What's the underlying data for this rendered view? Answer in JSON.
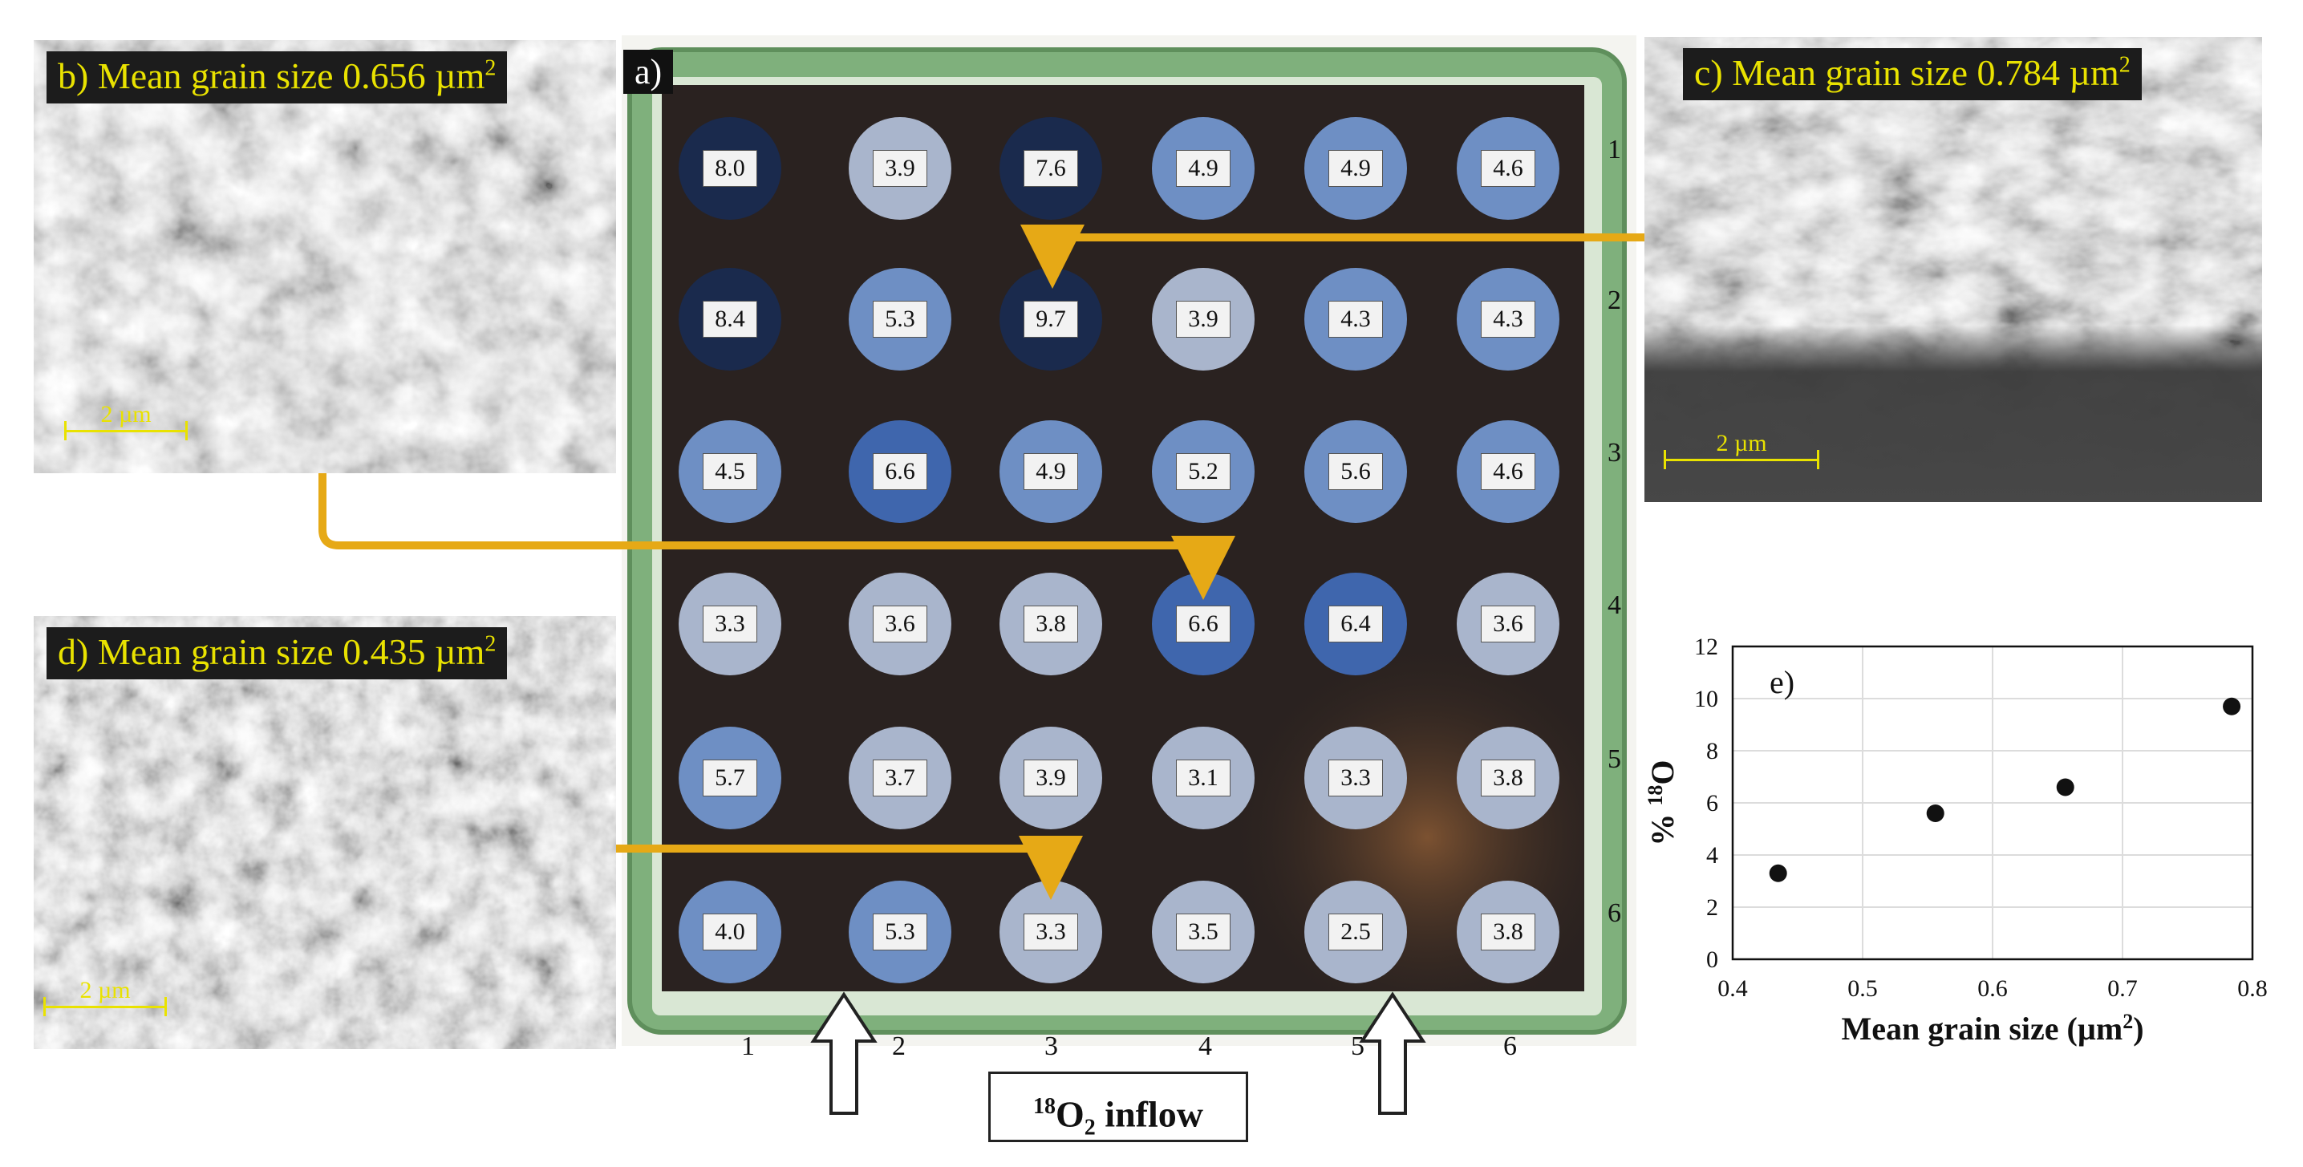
{
  "panel_a": {
    "label": "a)",
    "row_labels": [
      "1",
      "2",
      "3",
      "4",
      "5",
      "6"
    ],
    "col_labels": [
      "1",
      "2",
      "3",
      "4",
      "5",
      "6"
    ],
    "grid": [
      [
        "8.0",
        "3.9",
        "7.6",
        "4.9",
        "4.9",
        "4.6"
      ],
      [
        "8.4",
        "5.3",
        "9.7",
        "3.9",
        "4.3",
        "4.3"
      ],
      [
        "4.5",
        "6.6",
        "4.9",
        "5.2",
        "5.6",
        "4.6"
      ],
      [
        "3.3",
        "3.6",
        "3.8",
        "6.6",
        "6.4",
        "3.6"
      ],
      [
        "5.7",
        "3.7",
        "3.9",
        "3.1",
        "3.3",
        "3.8"
      ],
      [
        "4.0",
        "5.3",
        "3.3",
        "3.5",
        "2.5",
        "3.8"
      ]
    ],
    "inflow": {
      "pre": "18",
      "main": "O",
      "sub": "2",
      "post": " inflow"
    }
  },
  "panel_b": {
    "title": "b) Mean grain size 0.656 µm",
    "sup": "2",
    "scale": "2 µm"
  },
  "panel_c": {
    "title": "c) Mean grain size 0.784 µm",
    "sup": "2",
    "scale": "2 µm"
  },
  "panel_d": {
    "title": "d) Mean grain size 0.435 µm",
    "sup": "2",
    "scale": "2 µm"
  },
  "colors": {
    "arrow": "#e6a916",
    "level_1": "#a9b5cc",
    "level_2": "#6e8fc4",
    "level_3": "#3f66ad",
    "level_4": "#1a2a4d",
    "plate_frame": "#7fb07c",
    "plate_bg": "#2a2220"
  },
  "chart_data": {
    "type": "scatter",
    "title": "e)",
    "xlabel": "Mean grain size (µm",
    "xlabel_sup": "2",
    "xlabel_end": ")",
    "ylabel": "% ",
    "ylabel_sup": "18",
    "ylabel_end": "O",
    "xlim": [
      0.4,
      0.8
    ],
    "ylim": [
      0,
      12
    ],
    "xticks": [
      "0.4",
      "0.5",
      "0.6",
      "0.7",
      "0.8"
    ],
    "yticks": [
      "0",
      "2",
      "4",
      "6",
      "8",
      "10",
      "12"
    ],
    "grid": true,
    "series": [
      {
        "x": [
          0.435,
          0.556,
          0.656,
          0.784
        ],
        "y": [
          3.3,
          5.6,
          6.6,
          9.7
        ]
      }
    ]
  }
}
